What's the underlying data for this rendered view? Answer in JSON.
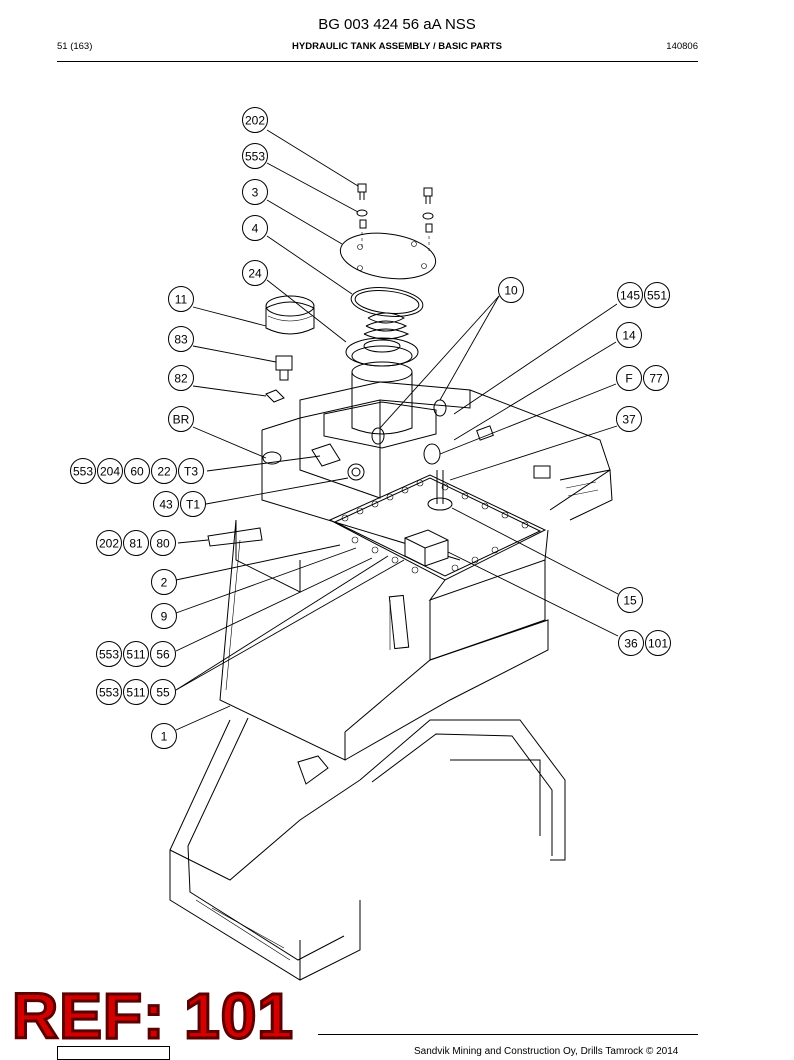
{
  "header": {
    "doc_number": "BG 003 424 56 aA NSS",
    "page_ref": "51 (163)",
    "section_title": "HYDRAULIC TANK ASSEMBLY / BASIC PARTS",
    "date_code": "140806"
  },
  "footer": {
    "copyright": "Sandvik Mining and Construction Oy, Drills Tamrock © 2014"
  },
  "stamp": {
    "text": "REF: 101",
    "color": "#d40000"
  },
  "callouts": [
    {
      "group": "c202top",
      "labels": [
        "202"
      ]
    },
    {
      "group": "c553top",
      "labels": [
        "553"
      ]
    },
    {
      "group": "c3",
      "labels": [
        "3"
      ]
    },
    {
      "group": "c4",
      "labels": [
        "4"
      ]
    },
    {
      "group": "c24",
      "labels": [
        "24"
      ]
    },
    {
      "group": "c11",
      "labels": [
        "11"
      ]
    },
    {
      "group": "c10",
      "labels": [
        "10"
      ]
    },
    {
      "group": "c145",
      "labels": [
        "145",
        "551"
      ]
    },
    {
      "group": "c14",
      "labels": [
        "14"
      ]
    },
    {
      "group": "c83",
      "labels": [
        "83"
      ]
    },
    {
      "group": "c82",
      "labels": [
        "82"
      ]
    },
    {
      "group": "cF",
      "labels": [
        "F",
        "77"
      ]
    },
    {
      "group": "cBR",
      "labels": [
        "BR"
      ]
    },
    {
      "group": "c37",
      "labels": [
        "37"
      ]
    },
    {
      "group": "cT3",
      "labels": [
        "553",
        "204",
        "60",
        "22",
        "T3"
      ]
    },
    {
      "group": "cT1",
      "labels": [
        "43",
        "T1"
      ]
    },
    {
      "group": "c80",
      "labels": [
        "202",
        "81",
        "80"
      ]
    },
    {
      "group": "c2",
      "labels": [
        "2"
      ]
    },
    {
      "group": "c15",
      "labels": [
        "15"
      ]
    },
    {
      "group": "c9",
      "labels": [
        "9"
      ]
    },
    {
      "group": "c36",
      "labels": [
        "36",
        "101"
      ]
    },
    {
      "group": "c56",
      "labels": [
        "553",
        "511",
        "56"
      ]
    },
    {
      "group": "c55",
      "labels": [
        "553",
        "511",
        "55"
      ]
    },
    {
      "group": "c1",
      "labels": [
        "1"
      ]
    }
  ]
}
